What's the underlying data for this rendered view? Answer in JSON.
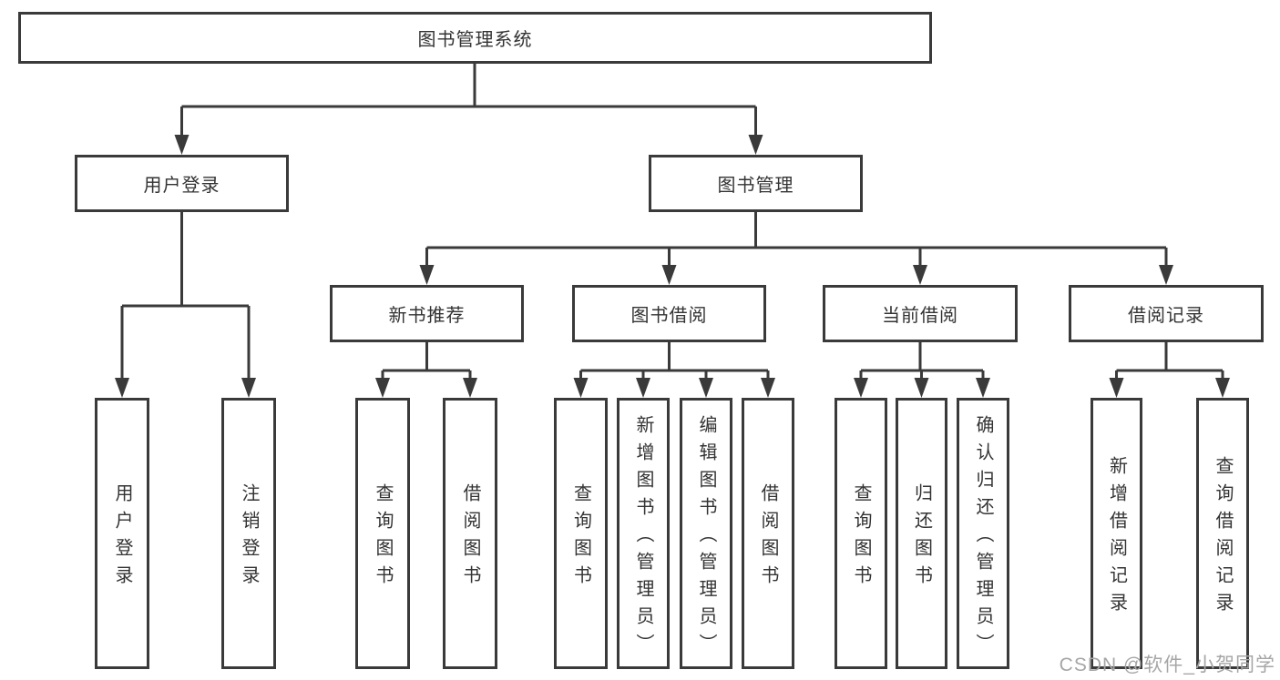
{
  "nodes": {
    "root": "图书管理系统",
    "user_login": "用户登录",
    "book_management": "图书管理",
    "new_book_recommend": "新书推荐",
    "book_borrowing": "图书借阅",
    "current_borrowing": "当前借阅",
    "borrowing_records": "借阅记录",
    "ul_user_login": "用户登录",
    "ul_logout": "注销登录",
    "nbr_query_books": "查询图书",
    "nbr_borrow_books": "借阅图书",
    "bb_query_books": "查询图书",
    "bb_add_books_admin": "新增图书（管理员）",
    "bb_edit_books_admin": "编辑图书（管理员）",
    "bb_borrow_books": "借阅图书",
    "cb_query_books": "查询图书",
    "cb_return_books": "归还图书",
    "cb_confirm_return_admin": "确认归还（管理员）",
    "br_add_record": "新增借阅记录",
    "br_query_record": "查询借阅记录"
  },
  "watermark": "CSDN @软件_小贺同学",
  "colors": {
    "line": "#3a3a3a",
    "text": "#333333",
    "watermark": "#a6a6a6",
    "background": "#ffffff"
  }
}
